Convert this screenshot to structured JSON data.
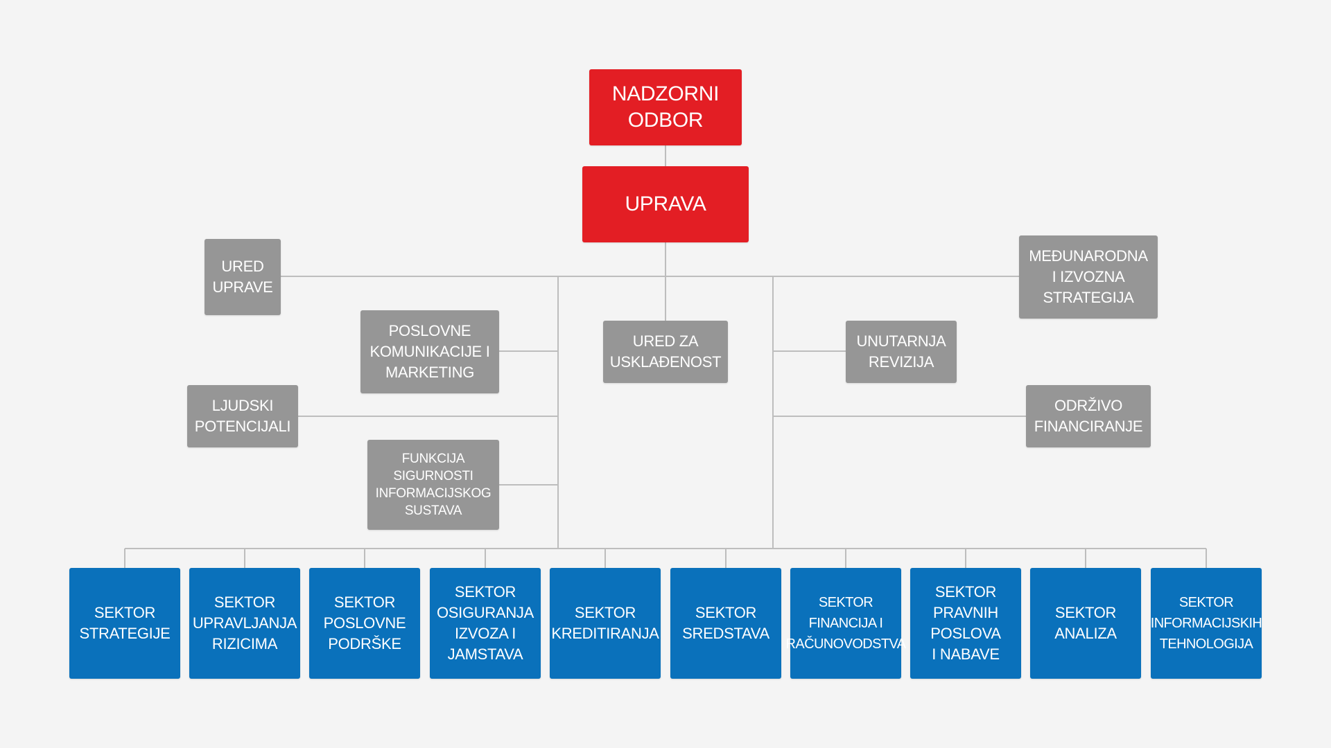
{
  "top": {
    "supervisory_board": "NADZORNI\nODBOR",
    "management_board": "UPRAVA"
  },
  "staff_units": {
    "ured_uprave": "URED\nUPRAVE",
    "poslovne_komunikacije": "POSLOVNE\nKOMUNIKACIJE I\nMARKETING",
    "ljudski_potencijali": "LJUDSKI\nPOTENCIJALI",
    "funkcija_sigurnosti": "FUNKCIJA\nSIGURNOSTI\nINFORMACIJSKOG\nSUSTAVA",
    "ured_uskladenost": "URED ZA\nUSKLAĐENOST",
    "medunarodna_strategija": "MEĐUNARODNA\nI IZVOZNA\nSTRATEGIJA",
    "unutarnja_revizija": "UNUTARNJA\nREVIZIJA",
    "odrzivo_financiranje": "ODRŽIVO\nFINANCIRANJE"
  },
  "sectors": [
    "SEKTOR\nSTRATEGIJE",
    "SEKTOR\nUPRAVLJANJA\nRIZICIMA",
    "SEKTOR\nPOSLOVNE\nPODRŠKE",
    "SEKTOR\nOSIGURANJA\nIZVOZA I\nJAMSTAVA",
    "SEKTOR\nKREDITIRANJA",
    "SEKTOR\nSREDSTAVA",
    "SEKTOR\nFINANCIJA I\nRAČUNOVODSTVA",
    "SEKTOR\nPRAVNIH\nPOSLOVA\nI NABAVE",
    "SEKTOR\nANALIZA",
    "SEKTOR\nINFORMACIJSKIH\nTEHNOLOGIJA"
  ],
  "colors": {
    "top_level": "#e31e24",
    "staff_unit": "#969696",
    "sector": "#0a71bb",
    "connector": "#bdbdbd",
    "background": "#f4f4f4"
  }
}
